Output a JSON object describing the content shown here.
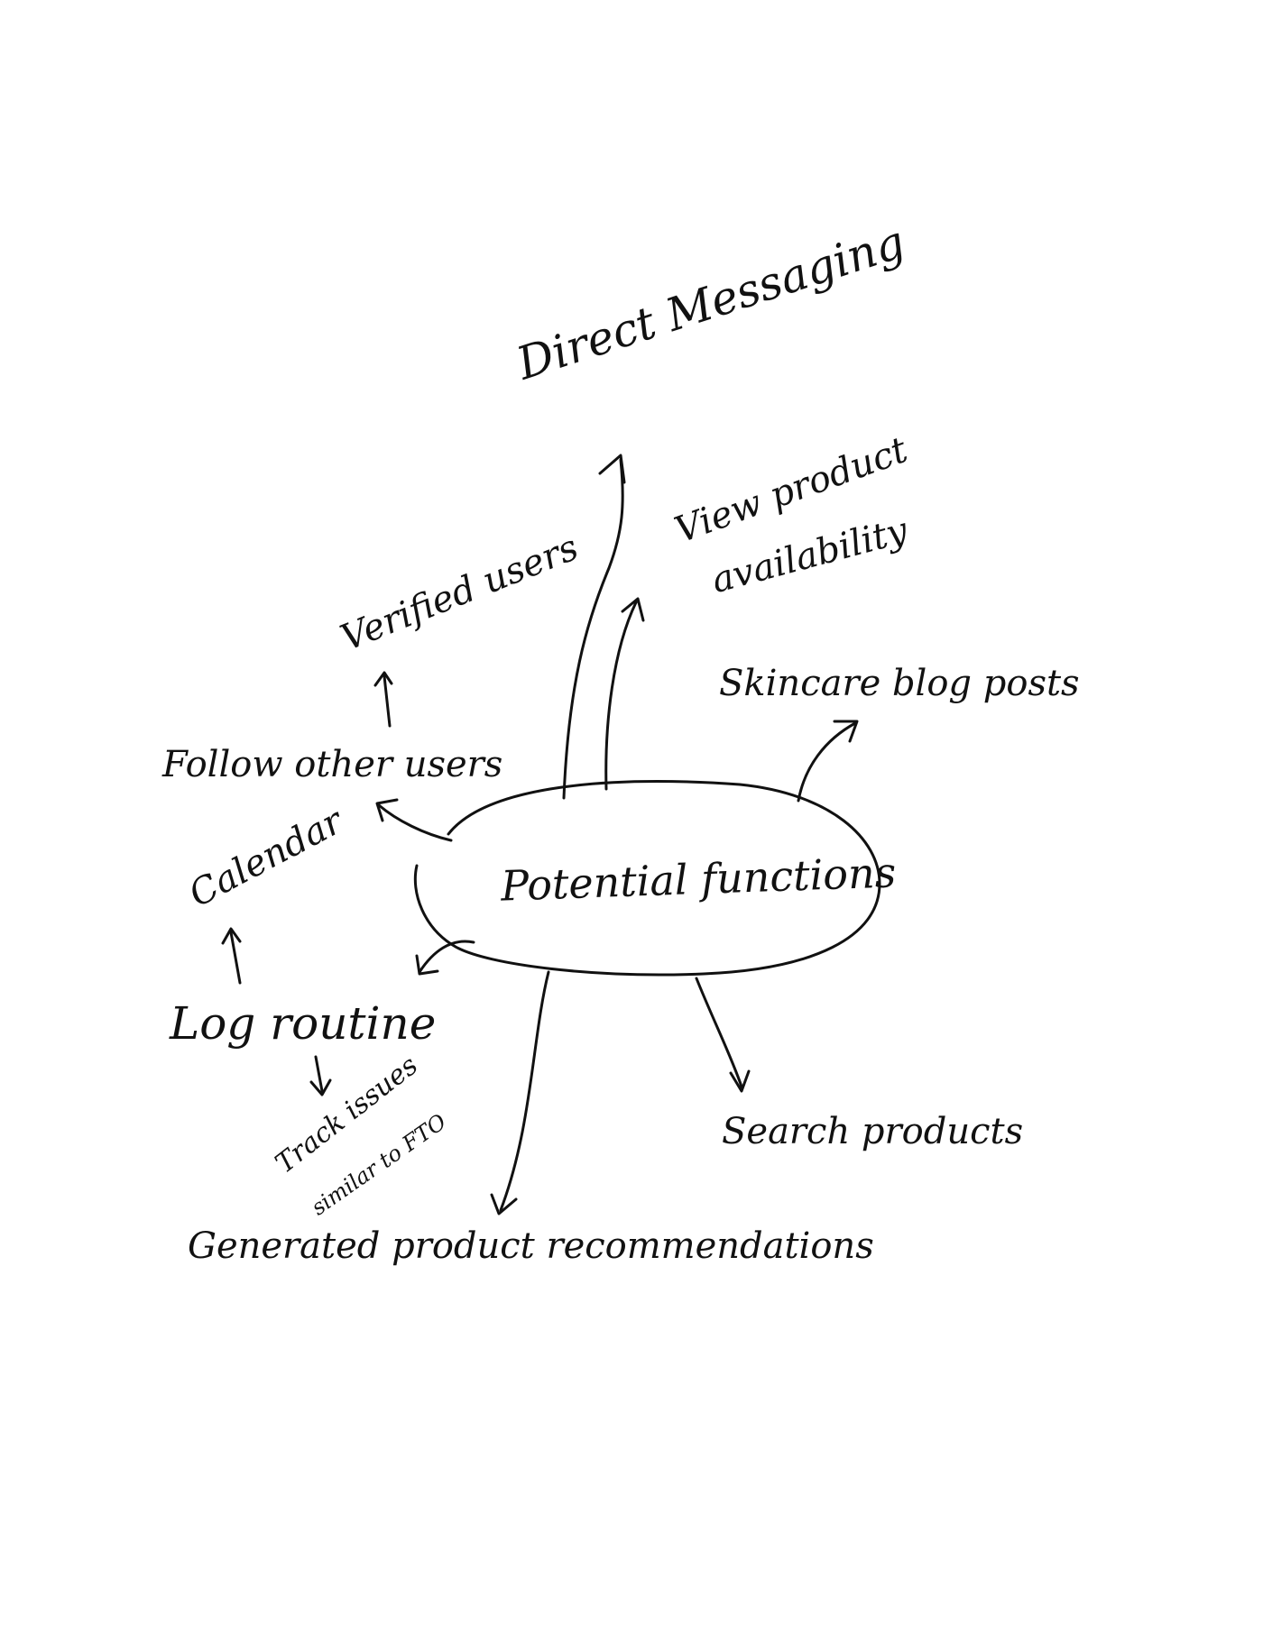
{
  "center": {
    "label": "Potential functions"
  },
  "branches": {
    "direct_messaging": "Direct Messaging",
    "view_availability": {
      "line1": "View product",
      "line2": "availability"
    },
    "skincare_blog": "Skincare blog posts",
    "verified_users": "Verified users",
    "follow_users": "Follow other users",
    "calendar": "Calendar",
    "log_routine": "Log routine",
    "track_issues": {
      "line1": "Track issues",
      "line2": "similar to FTO"
    },
    "generated_recs": "Generated product recommendations",
    "search_products": "Search products"
  },
  "ink_color": "#111111"
}
